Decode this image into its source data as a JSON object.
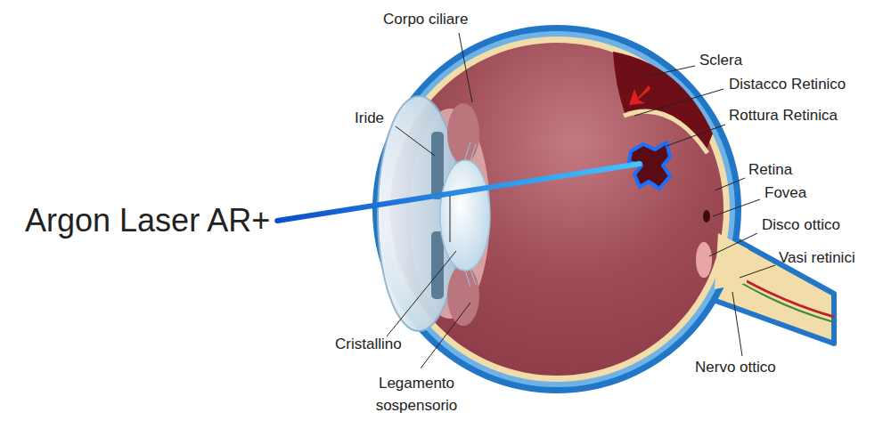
{
  "diagram": {
    "labels": [
      "Corpo ciliare",
      "Sclera",
      "Distacco Retinico",
      "Rottura Retinica",
      "Iride",
      "Retina",
      "Fovea",
      "Argon Laser AR+",
      "Disco ottico",
      "Vasi retinici",
      "Cristallino",
      "Nervo ottico",
      "Legamento sospensorio"
    ]
  }
}
